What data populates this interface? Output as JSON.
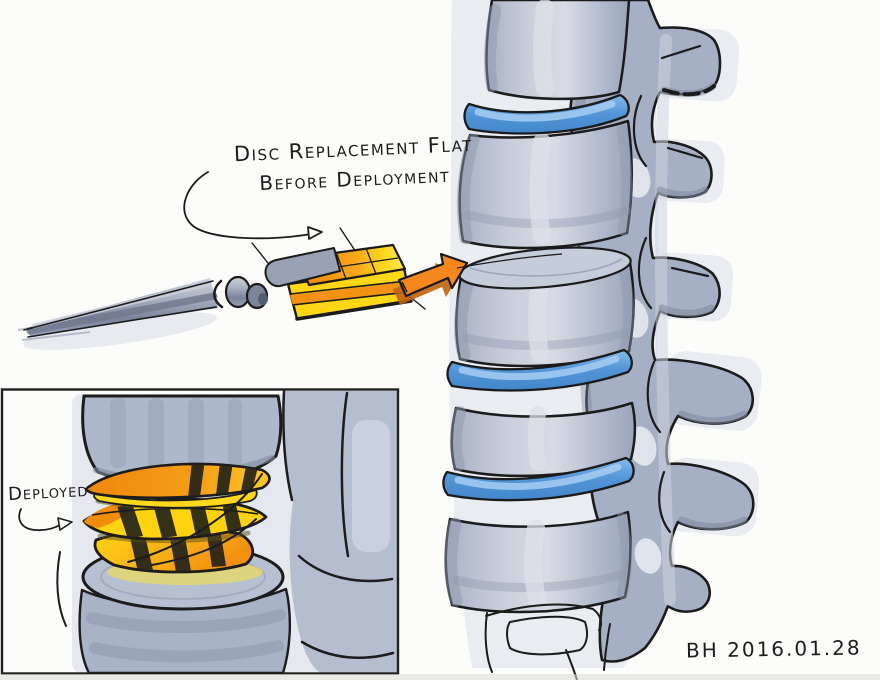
{
  "sketch": {
    "annotation": {
      "line1": "Disc Replacement Flat",
      "line2": "Before Deployment"
    },
    "inset_label": "Deployed",
    "signature": "BH 2016.01.28"
  },
  "palette": {
    "paper": "#fcfcfa",
    "ink": "#1c1c1c",
    "bone": "#b0b9cb",
    "bone_shadow": "#8d96ab",
    "bone_wash": "#d9dee9",
    "disc_blue": "#4f93d6",
    "disc_highlight": "#a6cdf2",
    "implant_orange": "#f2860b",
    "implant_yellow": "#ffd814",
    "strap_black": "#23231b",
    "tool_gray": "#9aa3b6",
    "arrow_orange": "#f6871c"
  }
}
